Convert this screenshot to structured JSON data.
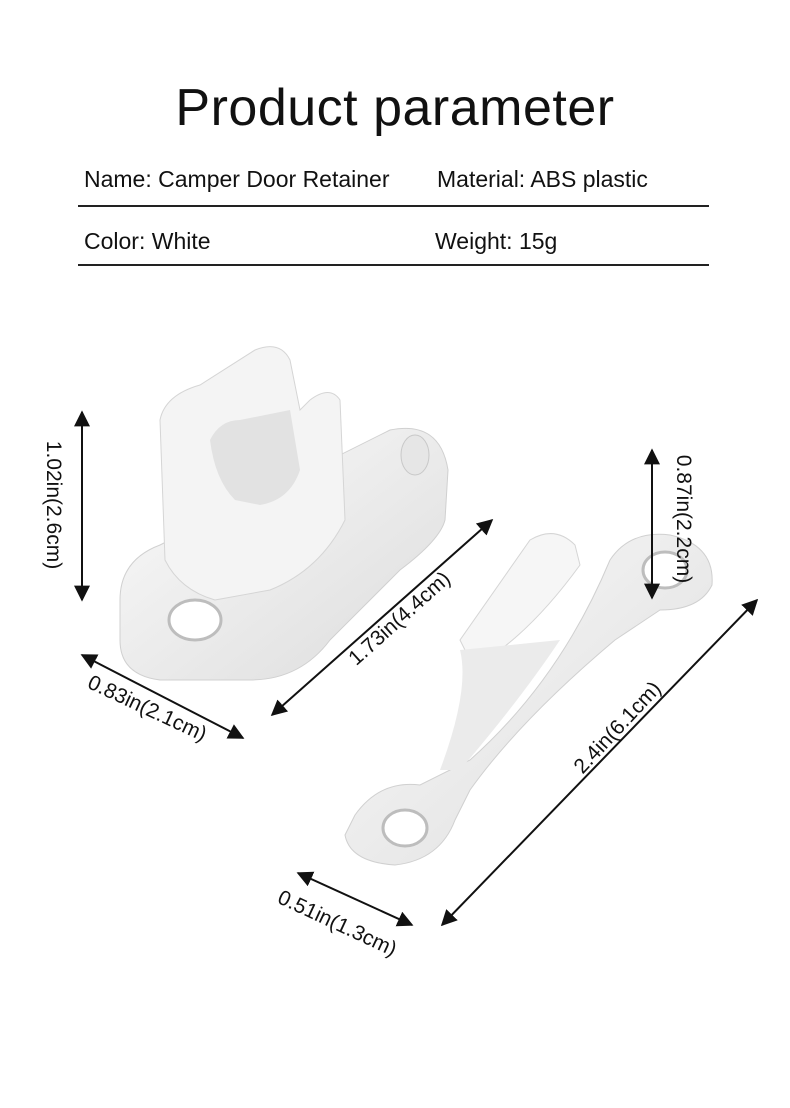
{
  "title": "Product parameter",
  "params": {
    "name": "Name: Camper Door Retainer",
    "material": "Material: ABS plastic",
    "color": "Color: White",
    "weight": "Weight: 15g"
  },
  "dimensions": {
    "part1_height": "1.02in(2.6cm)",
    "part1_width": "0.83in(2.1cm)",
    "part1_length": "1.73in(4.4cm)",
    "part2_height": "0.87in(2.2cm)",
    "part2_length": "2.4in(6.1cm)",
    "part2_width": "0.51in(1.3cm)"
  }
}
